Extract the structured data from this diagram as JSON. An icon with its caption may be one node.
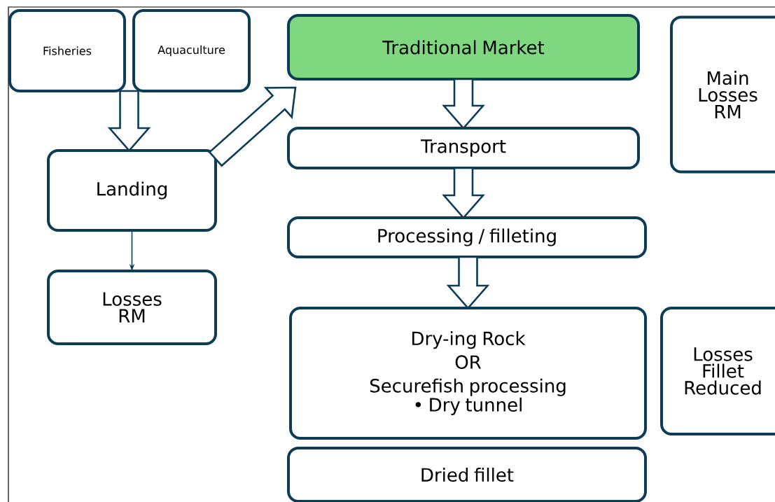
{
  "diagram": {
    "nodes": [
      {
        "text": [
          "Fisheries"
        ]
      },
      {
        "text": [
          "Aquaculture"
        ]
      },
      {
        "text": [
          "Traditional Market"
        ]
      },
      {
        "text": [
          "Main Losses RM"
        ]
      },
      {
        "text": [
          "Transport"
        ]
      },
      {
        "text": [
          "Landing"
        ]
      },
      {
        "text": [
          "Processing / filleting"
        ]
      },
      {
        "text": [
          "Losses RM"
        ]
      },
      {
        "text": [
          "Dry-ing Rock",
          "OR",
          "Securefish processing",
          "• Dry tunnel"
        ]
      },
      {
        "text": [
          "Losses Fillet Reduced"
        ]
      },
      {
        "text": [
          "Dried fillet"
        ]
      }
    ],
    "edges": [
      {
        "from": 0,
        "to": 5,
        "arrow": "to",
        "style": "thick"
      },
      {
        "from": 1,
        "to": 5,
        "arrow": "to",
        "style": "thick"
      },
      {
        "from": 5,
        "to": 2,
        "arrow": "to",
        "style": "thick"
      },
      {
        "from": 2,
        "to": 4,
        "arrow": "to",
        "style": "thick"
      },
      {
        "from": 4,
        "to": 6,
        "arrow": "to",
        "style": "thick"
      },
      {
        "from": 6,
        "to": 8,
        "arrow": "to",
        "style": "thick"
      },
      {
        "from": 5,
        "to": 7,
        "arrow": "to"
      }
    ]
  }
}
